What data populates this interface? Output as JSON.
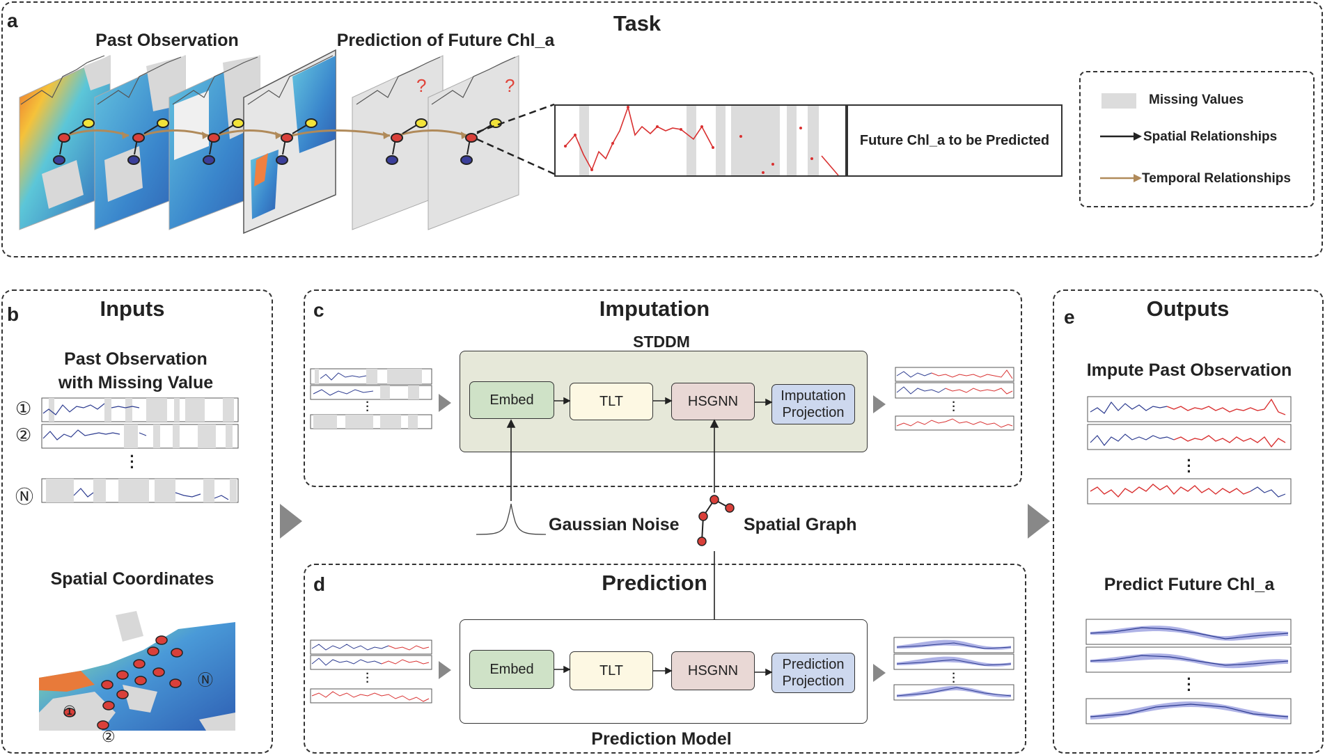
{
  "task": {
    "label": "a",
    "title": "Task",
    "past_observation": "Past Observation",
    "prediction_future": "Prediction of Future Chl_a",
    "future_box": "Future Chl_a to be Predicted",
    "question_mark": "?",
    "legend": {
      "missing": "Missing Values",
      "spatial": "Spatial Relationships",
      "temporal": "Temporal Relationships"
    }
  },
  "inputs": {
    "label": "b",
    "title": "Inputs",
    "past_obs_line1": "Past Observation",
    "past_obs_line2": "with Missing Value",
    "series_markers": [
      "①",
      "②",
      "Ⓝ"
    ],
    "spatial_coords": "Spatial Coordinates",
    "map_markers": [
      "①",
      "②",
      "Ⓝ"
    ]
  },
  "imputation": {
    "label": "c",
    "title": "Imputation",
    "model_name": "STDDM",
    "blocks": [
      "Embed",
      "TLT",
      "HSGNN"
    ],
    "proj_line1": "Imputation",
    "proj_line2": "Projection"
  },
  "middle": {
    "gaussian_noise": "Gaussian Noise",
    "spatial_graph": "Spatial Graph"
  },
  "prediction": {
    "label": "d",
    "title": "Prediction",
    "model_name": "Prediction Model",
    "blocks": [
      "Embed",
      "TLT",
      "HSGNN"
    ],
    "proj_line1": "Prediction",
    "proj_line2": "Projection"
  },
  "outputs": {
    "label": "e",
    "title": "Outputs",
    "impute_past": "Impute Past Observation",
    "predict_future": "Predict Future Chl_a"
  },
  "colors": {
    "embed": "#cfe2c7",
    "tlt": "#fdf8e3",
    "hsgnn": "#e9d8d5",
    "projection": "#cdd8ee",
    "model_bg": "#e6e8d9",
    "observed_line": "#2b3a8f",
    "imputed_line": "#d93030",
    "missing_band": "#dcdcdc",
    "temporal_arrow": "#b08a5a",
    "uncertainty_band": "#9a9fe0"
  }
}
